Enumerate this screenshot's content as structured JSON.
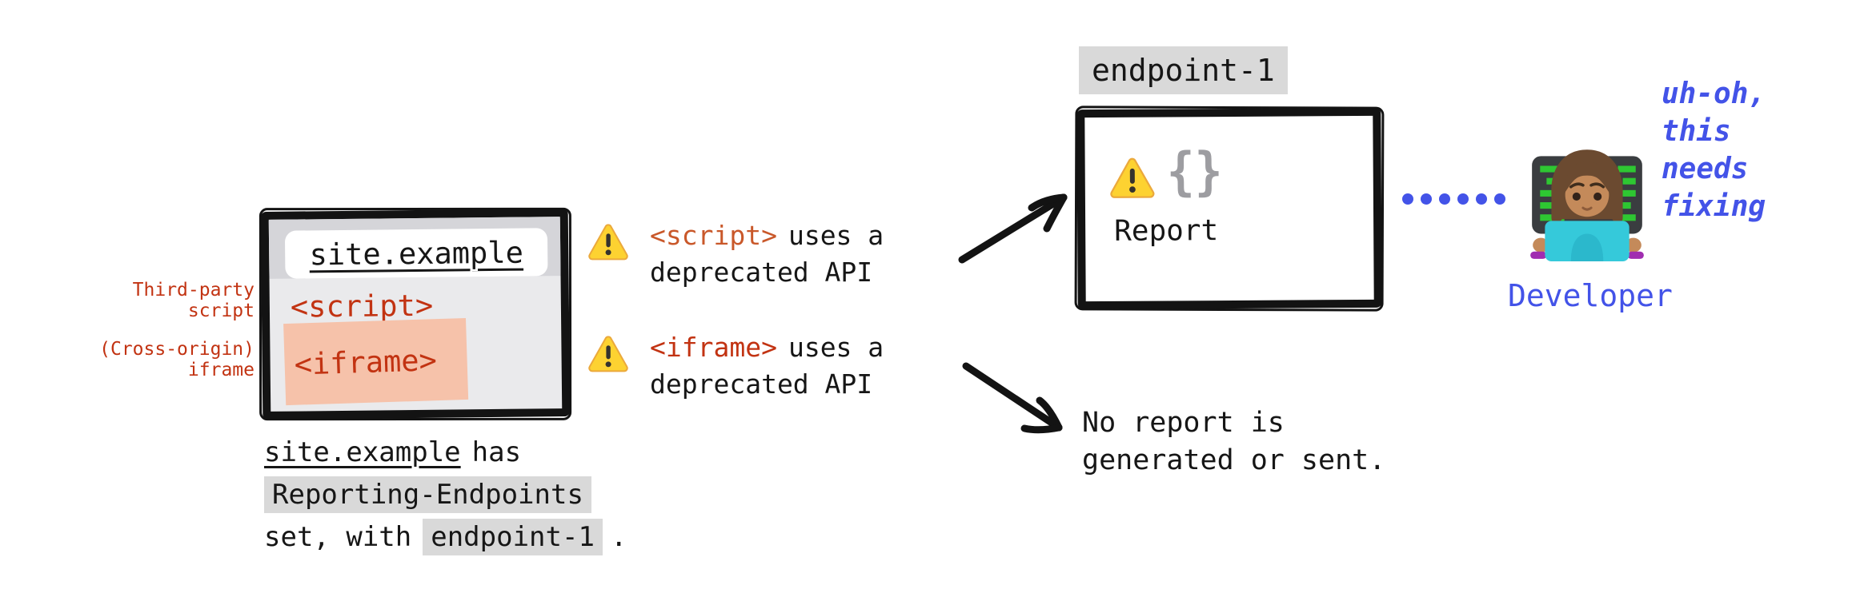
{
  "colors": {
    "red": "#c23312",
    "orange": "#c9582a",
    "blue": "#4353e8",
    "highlight_gray": "#d9d9d9",
    "salmon": "#f6c2aa",
    "window_bg": "#eaeaec",
    "warning_yellow": "#fdd231"
  },
  "browser_window": {
    "address": "site.example",
    "script_tag": "<script>",
    "iframe_tag": "<iframe>"
  },
  "side_labels": {
    "script_line1": "Third-party",
    "script_line2": "script",
    "iframe_line1": "(Cross-origin)",
    "iframe_line2": "iframe"
  },
  "caption": {
    "site": "site.example",
    "line1_rest": "has",
    "header_name": "Reporting-Endpoints",
    "line3_prefix": "set, with",
    "endpoint": "endpoint-1",
    "line3_suffix": "."
  },
  "warnings": [
    {
      "icon": "warning-icon",
      "tag": "<script>",
      "rest": "uses a",
      "line2": "deprecated API"
    },
    {
      "icon": "warning-icon",
      "tag": "<iframe>",
      "rest": "uses a",
      "line2": "deprecated API"
    }
  ],
  "endpoint_box": {
    "label": "endpoint-1",
    "braces": "{}",
    "report_label": "Report"
  },
  "no_report": {
    "line1": "No report is",
    "line2": "generated or sent."
  },
  "developer": {
    "thought_line1": "uh-oh,",
    "thought_line2": "this",
    "thought_line3": "needs",
    "thought_line4": "fixing",
    "label": "Developer"
  }
}
